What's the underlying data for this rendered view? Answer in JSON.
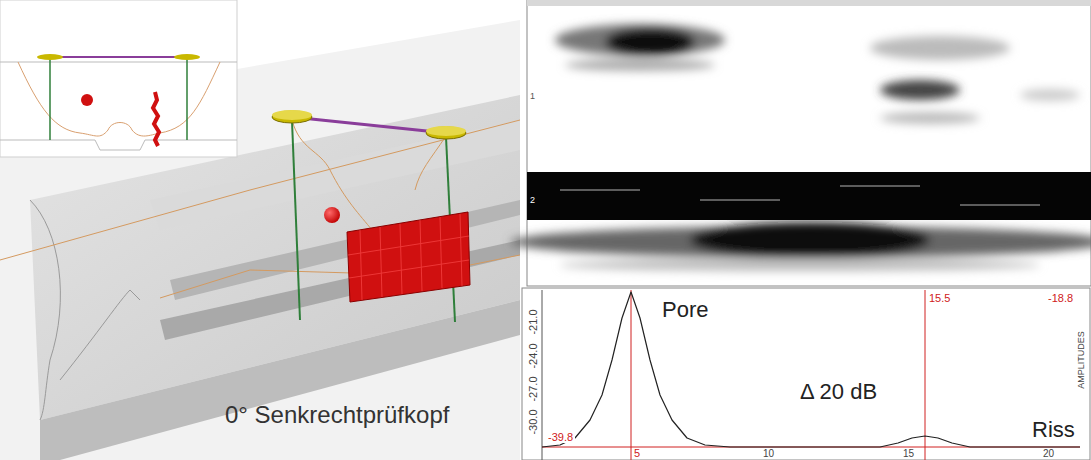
{
  "diagram": {
    "labels": [
      "0° Senkrechtprüfkopf",
      "1",
      "2",
      "-21.0",
      "-24.0",
      "-27.0",
      "-30.0",
      "-39.8",
      "5",
      "Pore",
      "15.5",
      "-18.8",
      "Δ 20 dB",
      "Riss",
      "AMPLITUDES",
      "10",
      "15",
      "20"
    ]
  }
}
